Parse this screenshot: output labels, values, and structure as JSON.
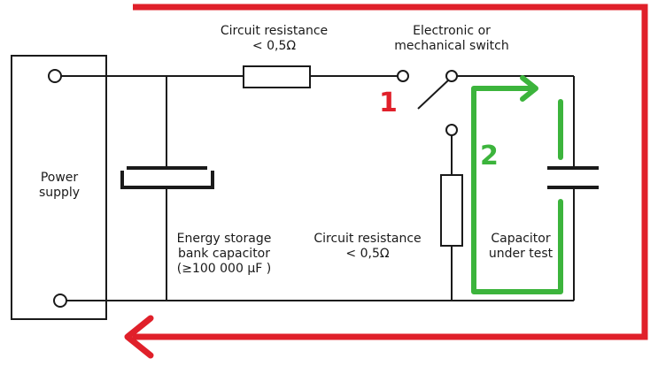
{
  "labels": {
    "power_supply": [
      "Power",
      "supply"
    ],
    "circuit_resistance_top": [
      "Circuit resistance",
      "< 0,5Ω"
    ],
    "switch": [
      "Electronic or",
      "mechanical switch"
    ],
    "energy_storage": [
      "Energy storage",
      "bank capacitor",
      "(≥100 000 μF )"
    ],
    "circuit_resistance_right": [
      "Circuit resistance",
      "< 0,5Ω"
    ],
    "capacitor_under_test": [
      "Capacitor",
      "under test"
    ]
  },
  "markers": {
    "path1": "1",
    "path2": "2"
  },
  "colors": {
    "wire": "#1a1a1a",
    "path1": "#e0202a",
    "path2": "#3cb43c",
    "background": "#ffffff"
  }
}
